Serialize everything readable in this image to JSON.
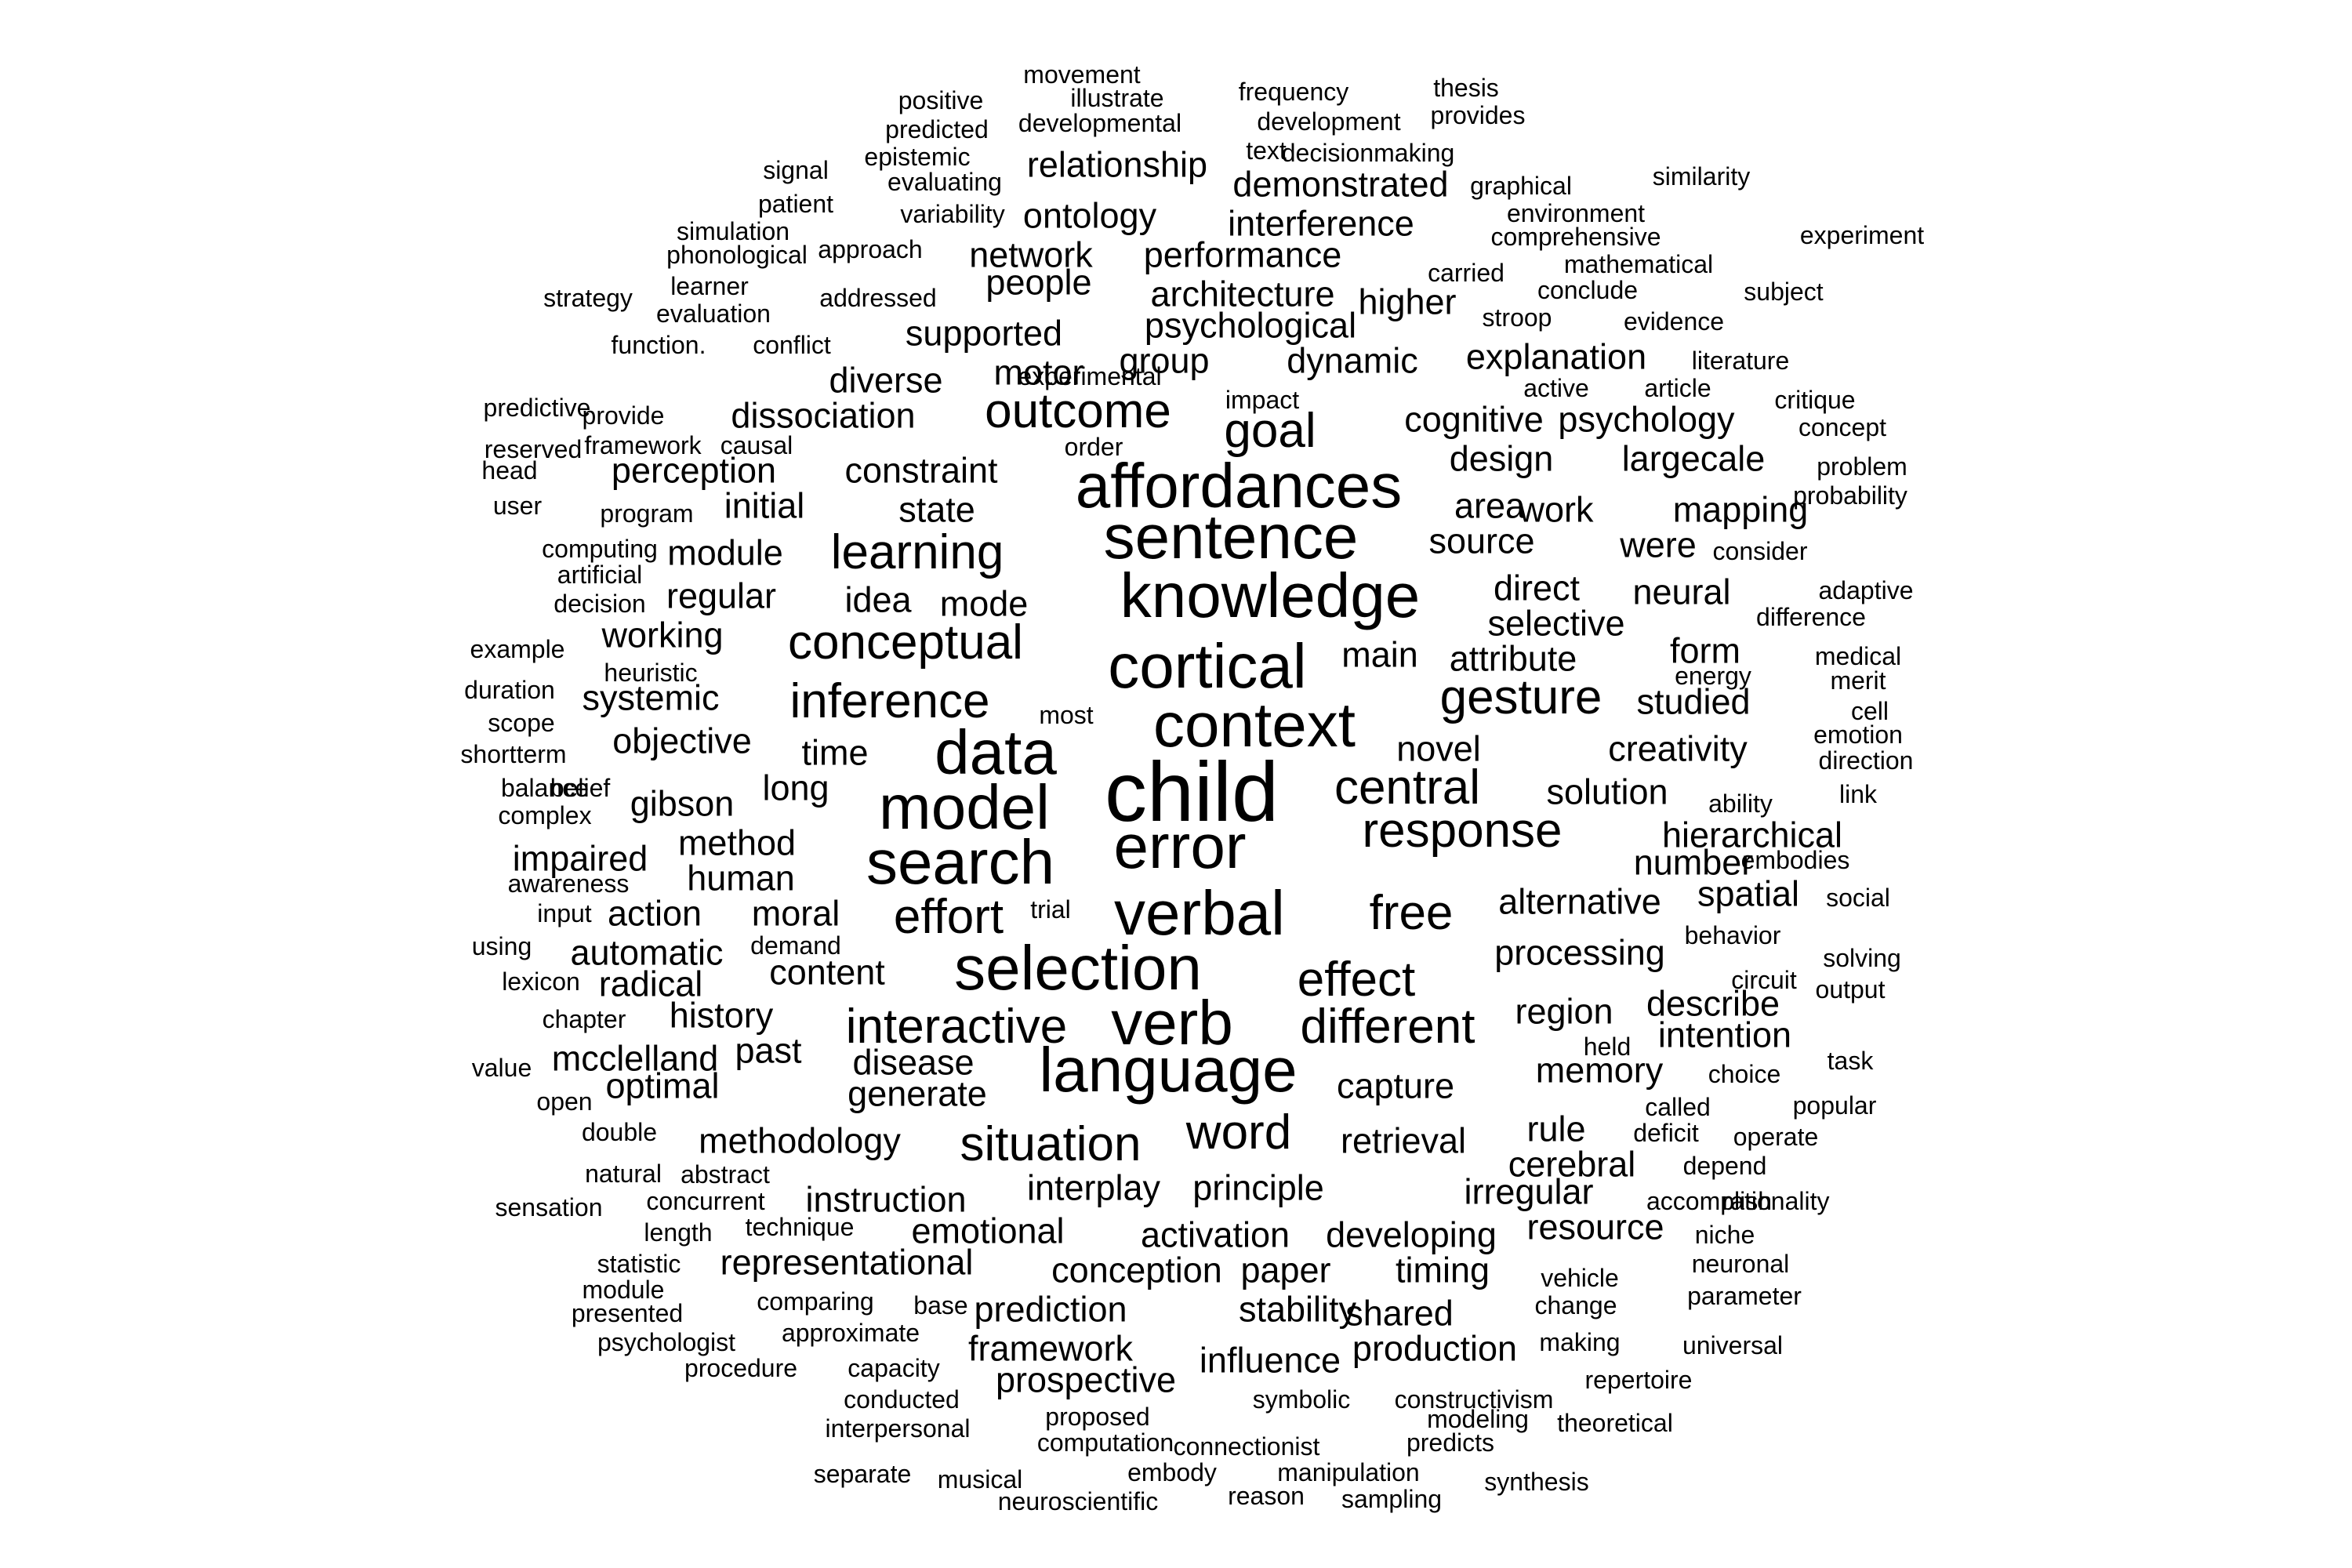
{
  "text_color": "#000000",
  "background": "#ffffff",
  "words": [
    {
      "t": "child",
      "s": 5
    },
    {
      "t": "context",
      "s": 4
    },
    {
      "t": "knowledge",
      "s": 4
    },
    {
      "t": "error",
      "s": 4
    },
    {
      "t": "verbal",
      "s": 4
    },
    {
      "t": "selection",
      "s": 4
    },
    {
      "t": "sentence",
      "s": 4
    },
    {
      "t": "cortical",
      "s": 4
    },
    {
      "t": "data",
      "s": 4
    },
    {
      "t": "model",
      "s": 4
    },
    {
      "t": "search",
      "s": 4
    },
    {
      "t": "affordances",
      "s": 4
    },
    {
      "t": "language",
      "s": 4
    },
    {
      "t": "verb",
      "s": 4
    },
    {
      "t": "inference",
      "s": 3
    },
    {
      "t": "conceptual",
      "s": 3
    },
    {
      "t": "response",
      "s": 3
    },
    {
      "t": "gesture",
      "s": 3
    },
    {
      "t": "central",
      "s": 3
    },
    {
      "t": "word",
      "s": 3
    },
    {
      "t": "situation",
      "s": 3
    },
    {
      "t": "effect",
      "s": 3
    },
    {
      "t": "free",
      "s": 3
    },
    {
      "t": "learning",
      "s": 3
    },
    {
      "t": "outcome",
      "s": 3
    },
    {
      "t": "goal",
      "s": 3
    },
    {
      "t": "effort",
      "s": 3
    },
    {
      "t": "interactive",
      "s": 3
    },
    {
      "t": "different",
      "s": 3
    },
    {
      "t": "constraint",
      "s": 2
    },
    {
      "t": "state",
      "s": 2
    },
    {
      "t": "time",
      "s": 2
    },
    {
      "t": "content",
      "s": 2
    },
    {
      "t": "cognitive",
      "s": 2
    },
    {
      "t": "processing",
      "s": 2
    },
    {
      "t": "capture",
      "s": 2
    },
    {
      "t": "retrieval",
      "s": 2
    },
    {
      "t": "interplay",
      "s": 2
    },
    {
      "t": "principle",
      "s": 2
    },
    {
      "t": "generate",
      "s": 2
    },
    {
      "t": "psychological",
      "s": 2
    },
    {
      "t": "dynamic",
      "s": 2
    },
    {
      "t": "architecture",
      "s": 2
    },
    {
      "t": "group",
      "s": 2
    },
    {
      "t": "supported",
      "s": 2
    },
    {
      "t": "selective",
      "s": 2
    },
    {
      "t": "source",
      "s": 2
    },
    {
      "t": "solution",
      "s": 2
    },
    {
      "t": "creativity",
      "s": 2
    },
    {
      "t": "alternative",
      "s": 2
    },
    {
      "t": "moral",
      "s": 2
    },
    {
      "t": "region",
      "s": 2
    },
    {
      "t": "memory",
      "s": 2
    },
    {
      "t": "long",
      "s": 2
    },
    {
      "t": "novel",
      "s": 2
    },
    {
      "t": "main",
      "s": 2
    },
    {
      "t": "direct",
      "s": 2
    },
    {
      "t": "area",
      "s": 2
    },
    {
      "t": "design",
      "s": 2
    },
    {
      "t": "performance",
      "s": 2
    },
    {
      "t": "motor",
      "s": 2
    },
    {
      "t": "people",
      "s": 2
    },
    {
      "t": "diverse",
      "s": 2
    },
    {
      "t": "dissociation",
      "s": 2
    },
    {
      "t": "initial",
      "s": 2
    },
    {
      "t": "module",
      "s": 2
    },
    {
      "t": "idea",
      "s": 2
    },
    {
      "t": "mode",
      "s": 2
    },
    {
      "t": "regular",
      "s": 2
    },
    {
      "t": "working",
      "s": 2
    },
    {
      "t": "systemic",
      "s": 2
    },
    {
      "t": "objective",
      "s": 2
    },
    {
      "t": "gibson",
      "s": 2
    },
    {
      "t": "method",
      "s": 2
    },
    {
      "t": "human",
      "s": 2
    },
    {
      "t": "past",
      "s": 2
    },
    {
      "t": "disease",
      "s": 2
    },
    {
      "t": "methodology",
      "s": 2
    },
    {
      "t": "instruction",
      "s": 2
    },
    {
      "t": "emotional",
      "s": 2
    },
    {
      "t": "representational",
      "s": 2
    },
    {
      "t": "conception",
      "s": 2
    },
    {
      "t": "activation",
      "s": 2
    },
    {
      "t": "prediction",
      "s": 2
    },
    {
      "t": "stability",
      "s": 2
    },
    {
      "t": "paper",
      "s": 2
    },
    {
      "t": "timing",
      "s": 2
    },
    {
      "t": "shared",
      "s": 2
    },
    {
      "t": "developing",
      "s": 2
    },
    {
      "t": "irregular",
      "s": 2
    },
    {
      "t": "rule",
      "s": 2
    },
    {
      "t": "cerebral",
      "s": 2
    },
    {
      "t": "resource",
      "s": 2
    },
    {
      "t": "framework",
      "s": 2
    },
    {
      "t": "influence",
      "s": 2
    },
    {
      "t": "production",
      "s": 2
    },
    {
      "t": "prospective",
      "s": 2
    },
    {
      "t": "explanation",
      "s": 2
    },
    {
      "t": "psychology",
      "s": 2
    },
    {
      "t": "largecale",
      "s": 2
    },
    {
      "t": "work",
      "s": 2
    },
    {
      "t": "were",
      "s": 2
    },
    {
      "t": "neural",
      "s": 2
    },
    {
      "t": "attribute",
      "s": 2
    },
    {
      "t": "studied",
      "s": 2
    },
    {
      "t": "hierarchical",
      "s": 2
    },
    {
      "t": "number",
      "s": 2
    },
    {
      "t": "spatial",
      "s": 2
    },
    {
      "t": "describe",
      "s": 2
    },
    {
      "t": "intention",
      "s": 2
    },
    {
      "t": "automatic",
      "s": 2
    },
    {
      "t": "radical",
      "s": 2
    },
    {
      "t": "history",
      "s": 2
    },
    {
      "t": "mcclelland",
      "s": 2
    },
    {
      "t": "optimal",
      "s": 2
    },
    {
      "t": "action",
      "s": 2
    },
    {
      "t": "impaired",
      "s": 2
    },
    {
      "t": "higher",
      "s": 2
    },
    {
      "t": "interference",
      "s": 2
    },
    {
      "t": "network",
      "s": 2
    },
    {
      "t": "ontology",
      "s": 2
    },
    {
      "t": "relationship",
      "s": 2
    },
    {
      "t": "demonstrated",
      "s": 2
    },
    {
      "t": "perception",
      "s": 2
    },
    {
      "t": "form",
      "s": 2
    },
    {
      "t": "mapping",
      "s": 2
    },
    {
      "t": "movement",
      "s": 1
    },
    {
      "t": "illustrate",
      "s": 1
    },
    {
      "t": "developmental",
      "s": 1
    },
    {
      "t": "frequency",
      "s": 1
    },
    {
      "t": "development",
      "s": 1
    },
    {
      "t": "thesis",
      "s": 1
    },
    {
      "t": "provides",
      "s": 1
    },
    {
      "t": "positive",
      "s": 1
    },
    {
      "t": "predicted",
      "s": 1
    },
    {
      "t": "epistemic",
      "s": 1
    },
    {
      "t": "evaluating",
      "s": 1
    },
    {
      "t": "text",
      "s": 1
    },
    {
      "t": "decisionmaking",
      "s": 1
    },
    {
      "t": "graphical",
      "s": 1
    },
    {
      "t": "similarity",
      "s": 1
    },
    {
      "t": "signal",
      "s": 1
    },
    {
      "t": "patient",
      "s": 1
    },
    {
      "t": "variability",
      "s": 1
    },
    {
      "t": "environment",
      "s": 1
    },
    {
      "t": "comprehensive",
      "s": 1
    },
    {
      "t": "experiment",
      "s": 1
    },
    {
      "t": "simulation",
      "s": 1
    },
    {
      "t": "phonological",
      "s": 1
    },
    {
      "t": "approach",
      "s": 1
    },
    {
      "t": "carried",
      "s": 1
    },
    {
      "t": "mathematical",
      "s": 1
    },
    {
      "t": "conclude",
      "s": 1
    },
    {
      "t": "subject",
      "s": 1
    },
    {
      "t": "strategy",
      "s": 1
    },
    {
      "t": "learner",
      "s": 1
    },
    {
      "t": "evaluation",
      "s": 1
    },
    {
      "t": "addressed",
      "s": 1
    },
    {
      "t": "stroop",
      "s": 1
    },
    {
      "t": "evidence",
      "s": 1
    },
    {
      "t": "function.",
      "s": 1
    },
    {
      "t": "conflict",
      "s": 1
    },
    {
      "t": "experimental",
      "s": 1
    },
    {
      "t": "active",
      "s": 1
    },
    {
      "t": "literature",
      "s": 1
    },
    {
      "t": "predictive",
      "s": 1
    },
    {
      "t": "provide",
      "s": 1
    },
    {
      "t": "impact",
      "s": 1
    },
    {
      "t": "article",
      "s": 1
    },
    {
      "t": "critique",
      "s": 1
    },
    {
      "t": "concept",
      "s": 1
    },
    {
      "t": "reserved",
      "s": 1
    },
    {
      "t": "framework",
      "s": 1
    },
    {
      "t": "causal",
      "s": 1
    },
    {
      "t": "order",
      "s": 1
    },
    {
      "t": "head",
      "s": 1
    },
    {
      "t": "problem",
      "s": 1
    },
    {
      "t": "probability",
      "s": 1
    },
    {
      "t": "user",
      "s": 1
    },
    {
      "t": "program",
      "s": 1
    },
    {
      "t": "consider",
      "s": 1
    },
    {
      "t": "computing",
      "s": 1
    },
    {
      "t": "artificial",
      "s": 1
    },
    {
      "t": "decision",
      "s": 1
    },
    {
      "t": "adaptive",
      "s": 1
    },
    {
      "t": "difference",
      "s": 1
    },
    {
      "t": "example",
      "s": 1
    },
    {
      "t": "heuristic",
      "s": 1
    },
    {
      "t": "medical",
      "s": 1
    },
    {
      "t": "merit",
      "s": 1
    },
    {
      "t": "energy",
      "s": 1
    },
    {
      "t": "duration",
      "s": 1
    },
    {
      "t": "scope",
      "s": 1
    },
    {
      "t": "most",
      "s": 1
    },
    {
      "t": "cell",
      "s": 1
    },
    {
      "t": "shortterm",
      "s": 1
    },
    {
      "t": "emotion",
      "s": 1
    },
    {
      "t": "direction",
      "s": 1
    },
    {
      "t": "balance",
      "s": 1
    },
    {
      "t": "belief",
      "s": 1
    },
    {
      "t": "complex",
      "s": 1
    },
    {
      "t": "ability",
      "s": 1
    },
    {
      "t": "link",
      "s": 1
    },
    {
      "t": "embodies",
      "s": 1
    },
    {
      "t": "awareness",
      "s": 1
    },
    {
      "t": "input",
      "s": 1
    },
    {
      "t": "trial",
      "s": 1
    },
    {
      "t": "social",
      "s": 1
    },
    {
      "t": "using",
      "s": 1
    },
    {
      "t": "demand",
      "s": 1
    },
    {
      "t": "behavior",
      "s": 1
    },
    {
      "t": "solving",
      "s": 1
    },
    {
      "t": "lexicon",
      "s": 1
    },
    {
      "t": "circuit",
      "s": 1
    },
    {
      "t": "output",
      "s": 1
    },
    {
      "t": "chapter",
      "s": 1
    },
    {
      "t": "held",
      "s": 1
    },
    {
      "t": "task",
      "s": 1
    },
    {
      "t": "value",
      "s": 1
    },
    {
      "t": "choice",
      "s": 1
    },
    {
      "t": "open",
      "s": 1
    },
    {
      "t": "called",
      "s": 1
    },
    {
      "t": "popular",
      "s": 1
    },
    {
      "t": "double",
      "s": 1
    },
    {
      "t": "deficit",
      "s": 1
    },
    {
      "t": "operate",
      "s": 1
    },
    {
      "t": "natural",
      "s": 1
    },
    {
      "t": "abstract",
      "s": 1
    },
    {
      "t": "depend",
      "s": 1
    },
    {
      "t": "sensation",
      "s": 1
    },
    {
      "t": "concurrent",
      "s": 1
    },
    {
      "t": "accomplish",
      "s": 1
    },
    {
      "t": "rationality",
      "s": 1
    },
    {
      "t": "length",
      "s": 1
    },
    {
      "t": "technique",
      "s": 1
    },
    {
      "t": "niche",
      "s": 1
    },
    {
      "t": "statistic",
      "s": 1
    },
    {
      "t": "neuronal",
      "s": 1
    },
    {
      "t": "vehicle",
      "s": 1
    },
    {
      "t": "module",
      "s": 1
    },
    {
      "t": "parameter",
      "s": 1
    },
    {
      "t": "presented",
      "s": 1
    },
    {
      "t": "comparing",
      "s": 1
    },
    {
      "t": "base",
      "s": 1
    },
    {
      "t": "change",
      "s": 1
    },
    {
      "t": "psychologist",
      "s": 1
    },
    {
      "t": "approximate",
      "s": 1
    },
    {
      "t": "making",
      "s": 1
    },
    {
      "t": "universal",
      "s": 1
    },
    {
      "t": "procedure",
      "s": 1
    },
    {
      "t": "capacity",
      "s": 1
    },
    {
      "t": "repertoire",
      "s": 1
    },
    {
      "t": "conducted",
      "s": 1
    },
    {
      "t": "symbolic",
      "s": 1
    },
    {
      "t": "constructivism",
      "s": 1
    },
    {
      "t": "interpersonal",
      "s": 1
    },
    {
      "t": "proposed",
      "s": 1
    },
    {
      "t": "modeling",
      "s": 1
    },
    {
      "t": "theoretical",
      "s": 1
    },
    {
      "t": "computation",
      "s": 1
    },
    {
      "t": "connectionist",
      "s": 1
    },
    {
      "t": "predicts",
      "s": 1
    },
    {
      "t": "separate",
      "s": 1
    },
    {
      "t": "musical",
      "s": 1
    },
    {
      "t": "embody",
      "s": 1
    },
    {
      "t": "manipulation",
      "s": 1
    },
    {
      "t": "synthesis",
      "s": 1
    },
    {
      "t": "neuroscientific",
      "s": 1
    },
    {
      "t": "reason",
      "s": 1
    },
    {
      "t": "sampling",
      "s": 1
    }
  ]
}
